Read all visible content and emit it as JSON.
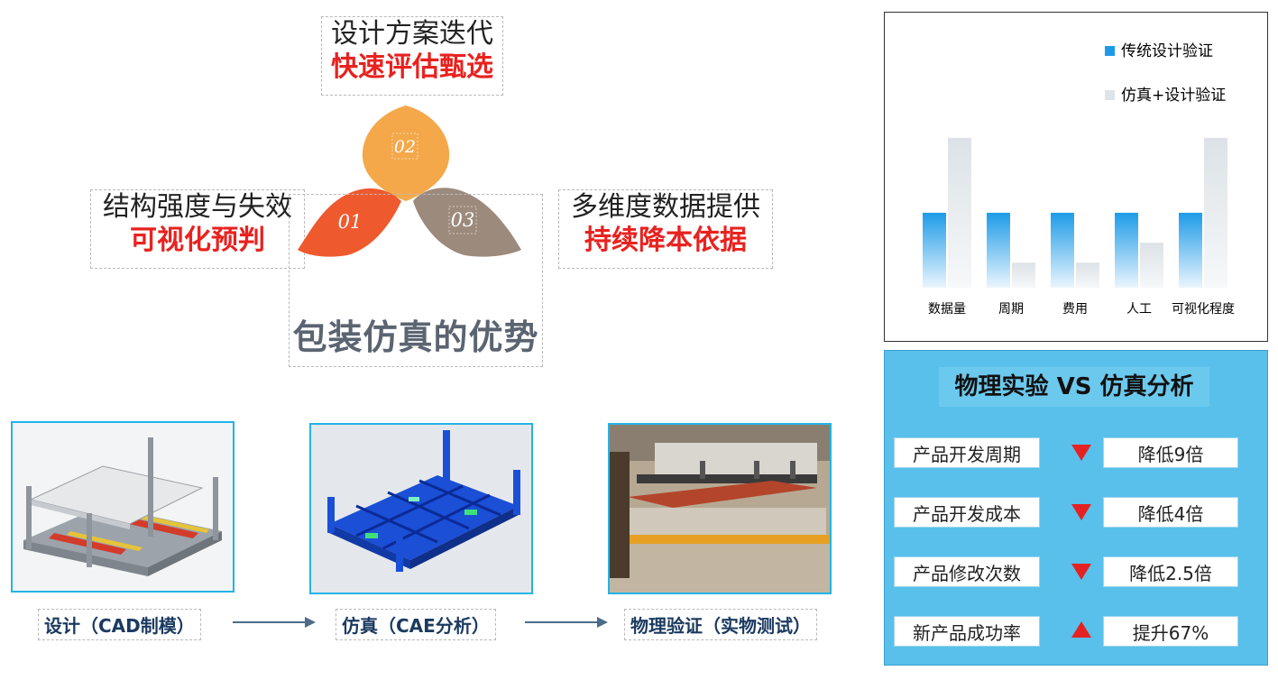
{
  "advantages": {
    "item_top": {
      "main": "设计方案迭代",
      "red": "快速评估甄选",
      "num": "02"
    },
    "item_left": {
      "main": "结构强度与失效",
      "red": "可视化预判",
      "num": "01"
    },
    "item_right": {
      "main": "多维度数据提供",
      "red": "持续降本依据",
      "num": "03"
    },
    "title": "包装仿真的优势",
    "colors": {
      "petal_01": "#ee5a2e",
      "petal_02": "#f4a84a",
      "petal_03": "#9c8a7c"
    }
  },
  "process": {
    "step1": "设计（CAD制模）",
    "step2": "仿真（CAE分析）",
    "step3": "物理验证（实物测试）"
  },
  "chart_data": {
    "type": "bar",
    "categories": [
      "数据量",
      "周期",
      "费用",
      "人工",
      "可视化程度"
    ],
    "series": [
      {
        "name": "传统设计验证",
        "values": [
          3,
          3,
          3,
          3,
          3
        ],
        "color": "#1e9be8"
      },
      {
        "name": "仿真+设计验证",
        "values": [
          6,
          1,
          1,
          1.8,
          6
        ],
        "color": "#dfe4e8"
      }
    ],
    "ylim": [
      0,
      6.5
    ],
    "legend": "top-right",
    "grid": false
  },
  "comparison": {
    "title": "物理实验 VS 仿真分析",
    "rows": [
      {
        "label": "产品开发周期",
        "direction": "down",
        "value": "降低9倍"
      },
      {
        "label": "产品开发成本",
        "direction": "down",
        "value": "降低4倍"
      },
      {
        "label": "产品修改次数",
        "direction": "down",
        "value": "降低2.5倍"
      },
      {
        "label": "新产品成功率",
        "direction": "up",
        "value": "提升67%"
      }
    ]
  }
}
